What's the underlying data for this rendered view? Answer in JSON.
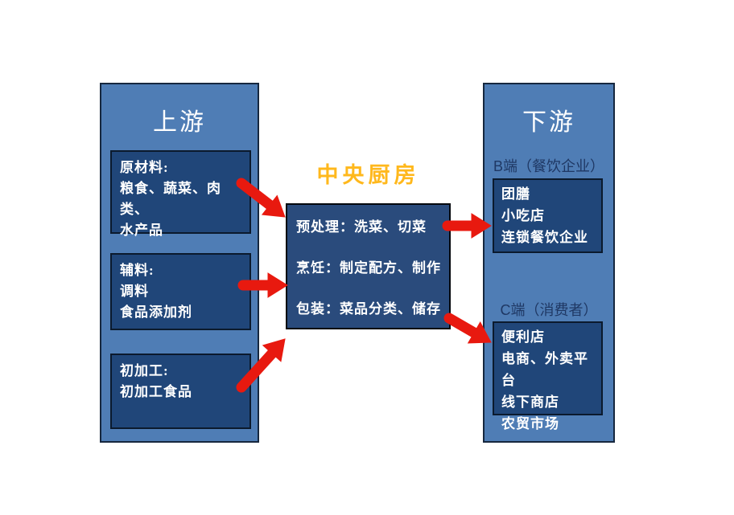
{
  "colors": {
    "background": "#ffffff",
    "panel_blue": "#4F7DB5",
    "panel_border": "#16273E",
    "box_navy": "#204679",
    "center_box_navy": "#2A4B7C",
    "box_text": "#ffffff",
    "arrow_red": "#E8190F",
    "kitchen_title_gold": "#FFB81C",
    "segment_label_navy": "#1F3864"
  },
  "upstream": {
    "title": "上游",
    "boxes": [
      {
        "id": "raw-materials",
        "lines": [
          "原材料:",
          "粮食、蔬菜、肉类、",
          "水产品"
        ]
      },
      {
        "id": "auxiliary-materials",
        "lines": [
          "辅料:",
          "调料",
          "食品添加剂"
        ]
      },
      {
        "id": "primary-processing",
        "lines": [
          "初加工:",
          "初加工食品"
        ]
      }
    ]
  },
  "central_kitchen": {
    "title": "中央厨房",
    "lines": [
      "预处理：洗菜、切菜",
      "烹饪：制定配方、制作",
      "包装：菜品分类、储存"
    ]
  },
  "downstream": {
    "title": "下游",
    "segments": [
      {
        "id": "b-side",
        "label": "B端（餐饮企业）",
        "lines": [
          "团膳",
          "小吃店",
          "连锁餐饮企业"
        ]
      },
      {
        "id": "c-side",
        "label": "C端（消费者）",
        "lines": [
          "便利店",
          "电商、外卖平台",
          "线下商店",
          "农贸市场"
        ]
      }
    ]
  },
  "connections": [
    {
      "from": "raw-materials",
      "to": "central-kitchen"
    },
    {
      "from": "auxiliary-materials",
      "to": "central-kitchen"
    },
    {
      "from": "primary-processing",
      "to": "central-kitchen"
    },
    {
      "from": "central-kitchen",
      "to": "b-side"
    },
    {
      "from": "central-kitchen",
      "to": "c-side"
    }
  ]
}
